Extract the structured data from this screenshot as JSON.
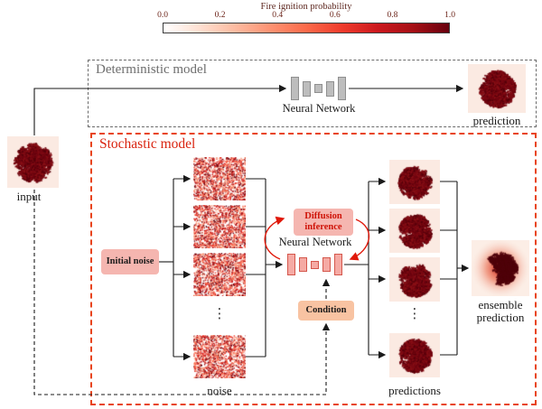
{
  "colorbar": {
    "title": "Fire ignition probability",
    "ticks": [
      "0.0",
      "0.2",
      "0.4",
      "0.6",
      "0.8",
      "1.0"
    ]
  },
  "deterministic": {
    "title": "Deterministic model",
    "nn_label": "Neural Network",
    "prediction_label": "prediction"
  },
  "input": {
    "label": "input"
  },
  "stochastic": {
    "title": "Stochastic model",
    "initial_noise": "Initial noise",
    "diffusion": "Diffusion inference",
    "nn_label": "Neural Network",
    "condition": "Condition",
    "noise_label": "noise",
    "predictions_label": "predictions",
    "ensemble_label": "ensemble prediction",
    "ellipsis": "⋮"
  },
  "colors": {
    "deterministic_border": "#6a6a6a",
    "stochastic_border": "#e8441c",
    "pink_box": "#f5b6b0",
    "condition_box": "#f8c3a2",
    "red_text": "#cf1408",
    "colormap_start": "#ffffff",
    "colormap_end": "#67000d",
    "fire_dark_red": "#6e0410",
    "tile_background": "#fbeae2"
  }
}
